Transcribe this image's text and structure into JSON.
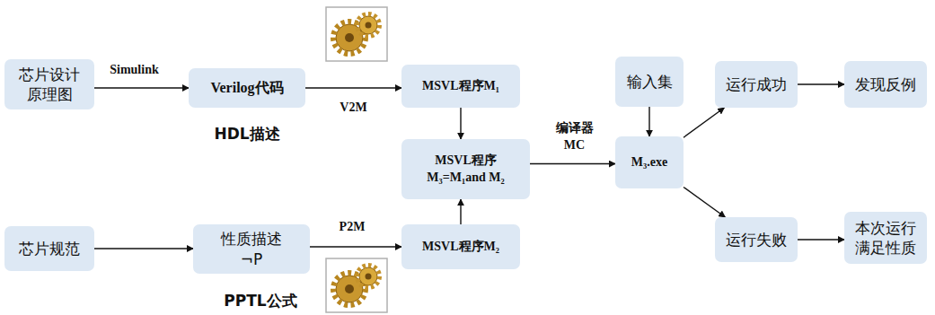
{
  "diagram": {
    "nodes": [
      {
        "text": [
          "芯片设计 原理图"
        ]
      },
      {
        "text": [
          "Verilog代码"
        ]
      },
      {
        "text": [
          "MSVL程序M₁"
        ]
      },
      {
        "text": [
          "MSVL程序 M₃=M₁and M₂"
        ]
      },
      {
        "text": [
          "MSVL程序M₂"
        ]
      },
      {
        "text": [
          "芯片规范"
        ]
      },
      {
        "text": [
          "性质描述 ¬P"
        ]
      },
      {
        "text": [
          "输入集"
        ]
      },
      {
        "text": [
          "M₃.exe"
        ]
      },
      {
        "text": [
          "运行成功"
        ]
      },
      {
        "text": [
          "发现反例"
        ]
      },
      {
        "text": [
          "运行失败"
        ]
      },
      {
        "text": [
          "本次运行满足性质"
        ]
      }
    ],
    "edges": [
      {
        "from": 0,
        "to": 1,
        "arrow": "to",
        "label": "Simulink"
      },
      {
        "from": 1,
        "to": 2,
        "arrow": "to",
        "label": "V2M"
      },
      {
        "from": 2,
        "to": 3,
        "arrow": "to"
      },
      {
        "from": 5,
        "to": 6,
        "arrow": "to"
      },
      {
        "from": 6,
        "to": 4,
        "arrow": "to",
        "label": "P2M"
      },
      {
        "from": 4,
        "to": 3,
        "arrow": "to"
      },
      {
        "from": 3,
        "to": 8,
        "arrow": "to",
        "label": "编译器 MC"
      },
      {
        "from": 7,
        "to": 8,
        "arrow": "to"
      },
      {
        "from": 8,
        "to": 9,
        "arrow": "to"
      },
      {
        "from": 9,
        "to": 10,
        "arrow": "to"
      },
      {
        "from": 8,
        "to": 11,
        "arrow": "to"
      },
      {
        "from": 11,
        "to": 12,
        "arrow": "to"
      }
    ],
    "labels": [
      "HDL描述",
      "PPTL公式"
    ]
  }
}
